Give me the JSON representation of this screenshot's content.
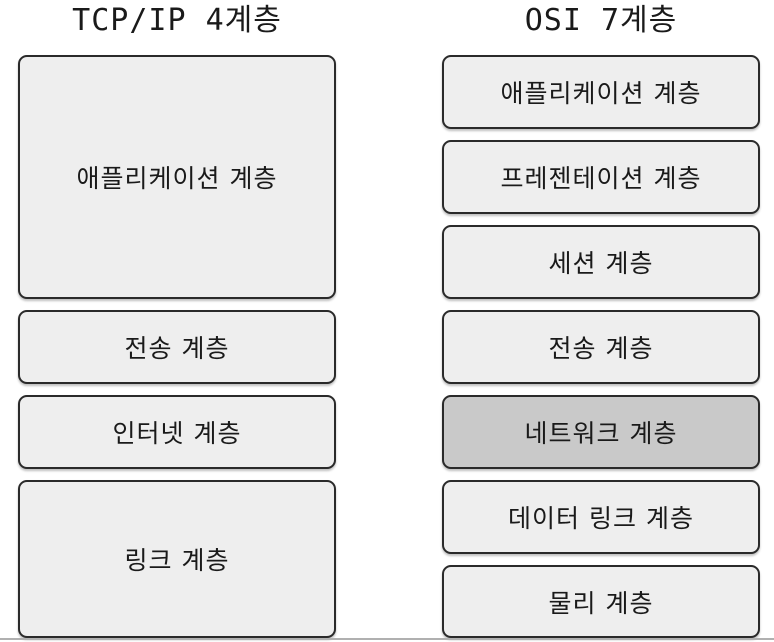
{
  "tcpip": {
    "title": "TCP/IP 4계층",
    "layers": [
      {
        "label": "애플리케이션 계층"
      },
      {
        "label": "전송 계층"
      },
      {
        "label": "인터넷 계층"
      },
      {
        "label": "링크 계층"
      }
    ]
  },
  "osi": {
    "title": "OSI 7계층",
    "layers": [
      {
        "label": "애플리케이션 계층"
      },
      {
        "label": "프레젠테이션 계층"
      },
      {
        "label": "세션 계층"
      },
      {
        "label": "전송 계층"
      },
      {
        "label": "네트워크 계층",
        "highlighted": true
      },
      {
        "label": "데이터 링크 계층"
      },
      {
        "label": "물리 계층"
      }
    ]
  },
  "colors": {
    "box_fill": "#eeeeee",
    "highlight_fill": "#c9c9c9",
    "border": "#2a2a2a"
  }
}
